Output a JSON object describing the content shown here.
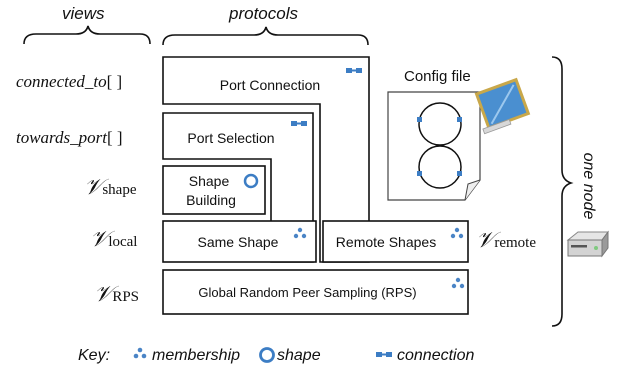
{
  "headers": {
    "views": "views",
    "protocols": "protocols"
  },
  "views": {
    "connected_to": {
      "name": "connected_to",
      "suffix": "[ ]"
    },
    "towards_port": {
      "name": "towards_port",
      "suffix": "[ ]"
    },
    "v_shape": {
      "symbol": "𝒱",
      "sub": "shape"
    },
    "v_local": {
      "symbol": "𝒱",
      "sub": "local"
    },
    "v_rps": {
      "symbol": "𝒱",
      "sub": "RPS"
    },
    "v_remote": {
      "symbol": "𝒱",
      "sub": "remote"
    }
  },
  "protocols": {
    "port_connection": "Port Connection",
    "port_selection": "Port Selection",
    "shape_building_1": "Shape",
    "shape_building_2": "Building",
    "same_shape": "Same Shape",
    "remote_shapes": "Remote Shapes",
    "rps": "Global Random Peer Sampling (RPS)"
  },
  "config_file": "Config file",
  "one_node": "one node",
  "key": {
    "label": "Key:",
    "membership": "membership",
    "shape": "shape",
    "connection": "connection"
  },
  "colors": {
    "accent": "#3c7dc4",
    "dot": "#4a84c6",
    "outline": "#111111"
  }
}
